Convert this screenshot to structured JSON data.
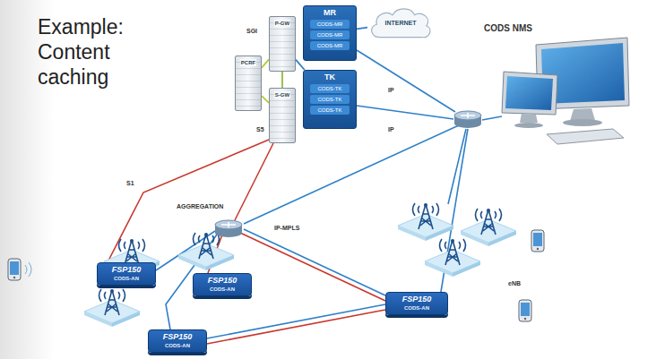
{
  "diagram": {
    "title": "Example: Content caching",
    "nodes": [
      {
        "text": [
          "MR",
          "CODS-MR",
          "CODS-MR",
          "CODS-MR"
        ]
      },
      {
        "text": [
          "INTERNET"
        ]
      },
      {
        "text": [
          "CODS NMS"
        ]
      },
      {
        "text": [
          "P-GW"
        ]
      },
      {
        "text": [
          "PCRF"
        ]
      },
      {
        "text": [
          "TK",
          "CODS-TK",
          "CODS-TK",
          "CODS-TK"
        ]
      },
      {
        "text": [
          "S-GW"
        ]
      },
      {
        "text": [
          "FSP150",
          "CODS-AN"
        ]
      },
      {
        "text": [
          "FSP150",
          "CODS-AN"
        ]
      },
      {
        "text": [
          "FSP150",
          "CODS-AN"
        ]
      },
      {
        "text": [
          "FSP150",
          "CODS-AN"
        ]
      }
    ],
    "edges": [
      {
        "from": 0,
        "to": 1,
        "arrow": "none"
      },
      {
        "from": 4,
        "to": 3,
        "arrow": "none"
      },
      {
        "from": 4,
        "to": 6,
        "arrow": "none"
      },
      {
        "from": 3,
        "to": 6,
        "arrow": "none"
      },
      {
        "from": 3,
        "to": 5,
        "arrow": "none"
      }
    ],
    "labels": [
      "SGI",
      "S5",
      "S1",
      "IP",
      "IP",
      "AGGREGATION",
      "IP-MPLS",
      "eNB"
    ]
  }
}
